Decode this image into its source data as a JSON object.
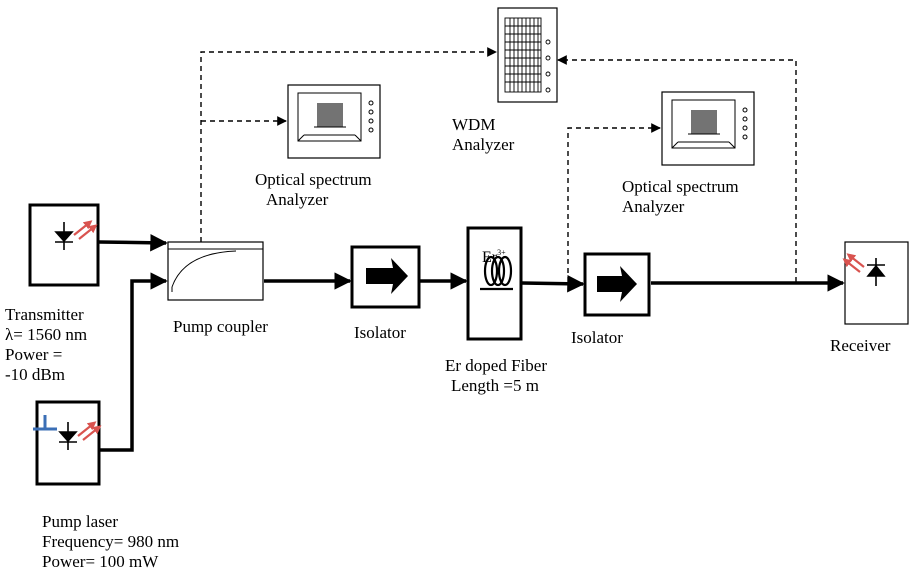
{
  "transmitter": {
    "label": "Transmitter",
    "wavelength": "λ= 1560 nm",
    "power_label": "Power =",
    "power_value": "-10 dBm"
  },
  "pump_laser": {
    "label": "Pump laser",
    "frequency": "Frequency= 980 nm",
    "power": "Power= 100 mW"
  },
  "pump_coupler": {
    "label": "Pump coupler"
  },
  "isolator_1": {
    "label": "Isolator"
  },
  "isolator_2": {
    "label": "Isolator"
  },
  "er_fiber": {
    "symbol": "Er",
    "symbol_sup": "3+",
    "label_line1": "Er doped Fiber",
    "label_line2": "Length =5 m"
  },
  "receiver": {
    "label": "Receiver"
  },
  "osa_1": {
    "label_line1": "Optical spectrum",
    "label_line2": "Analyzer"
  },
  "osa_2": {
    "label_line1": "Optical spectrum",
    "label_line2": "Analyzer"
  },
  "wdm": {
    "label_line1": "WDM",
    "label_line2": "Analyzer"
  },
  "colors": {
    "ink": "#000000",
    "emitter_arrow": "#d9534f",
    "pump_bias": "#3b6fb6"
  }
}
